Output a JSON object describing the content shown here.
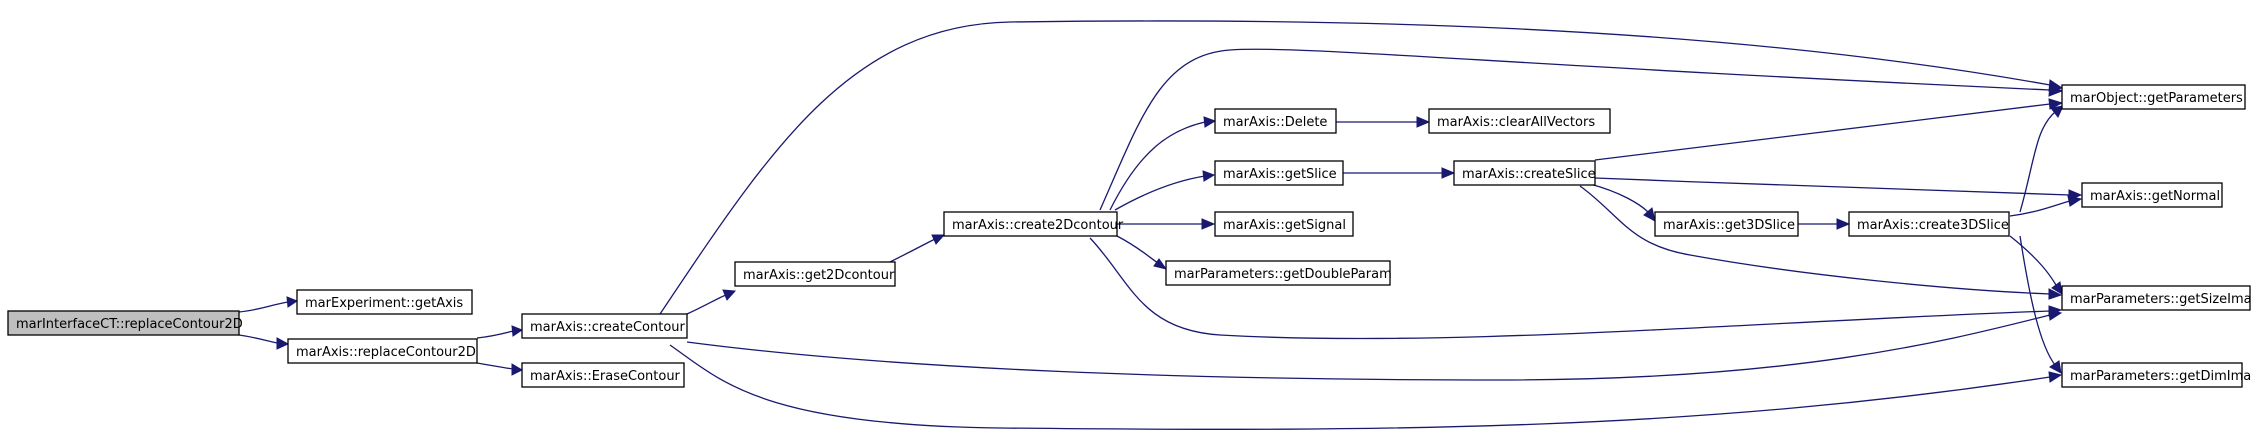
{
  "colors": {
    "edge": "#191970",
    "root_fill": "#bfbfbf",
    "node_fill": "#ffffff",
    "node_border": "#000000"
  },
  "nodes": [
    {
      "id": "root",
      "label": "marInterfaceCT::replaceContour2D",
      "root": true
    },
    {
      "id": "getAxis",
      "label": "marExperiment::getAxis"
    },
    {
      "id": "replaceContour2D",
      "label": "marAxis::replaceContour2D"
    },
    {
      "id": "createContour",
      "label": "marAxis::createContour"
    },
    {
      "id": "eraseContour",
      "label": "marAxis::EraseContour"
    },
    {
      "id": "get2Dcontour",
      "label": "marAxis::get2Dcontour"
    },
    {
      "id": "create2Dcontour",
      "label": "marAxis::create2Dcontour"
    },
    {
      "id": "delete",
      "label": "marAxis::Delete"
    },
    {
      "id": "clearAllVectors",
      "label": "marAxis::clearAllVectors"
    },
    {
      "id": "getSlice",
      "label": "marAxis::getSlice"
    },
    {
      "id": "createSlice",
      "label": "marAxis::createSlice"
    },
    {
      "id": "getSignal",
      "label": "marAxis::getSignal"
    },
    {
      "id": "getDoubleParam",
      "label": "marParameters::getDoubleParam"
    },
    {
      "id": "get3DSlice",
      "label": "marAxis::get3DSlice"
    },
    {
      "id": "create3DSlice",
      "label": "marAxis::create3DSlice"
    },
    {
      "id": "getParameters",
      "label": "marObject::getParameters"
    },
    {
      "id": "getNormal",
      "label": "marAxis::getNormal"
    },
    {
      "id": "getSizeIma",
      "label": "marParameters::getSizeIma"
    },
    {
      "id": "getDimIma",
      "label": "marParameters::getDimIma"
    }
  ]
}
